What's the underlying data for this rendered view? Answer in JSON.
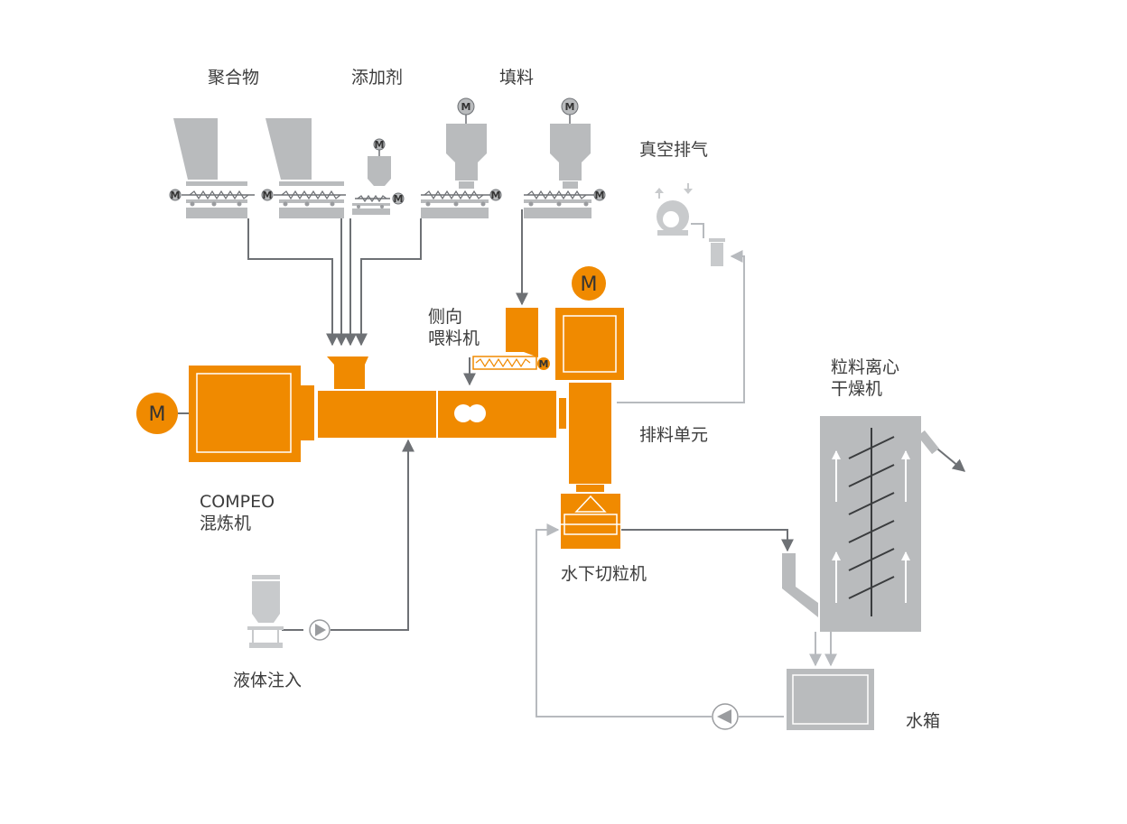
{
  "labels": {
    "polymer": "聚合物",
    "additive": "添加剂",
    "filler": "填料",
    "vacuum": "真空排气",
    "side_feeder_1": "侧向",
    "side_feeder_2": "喂料机",
    "compeo_1": "COMPEO",
    "compeo_2": "混炼机",
    "discharge": "排料单元",
    "dryer_1": "粒料离心",
    "dryer_2": "干燥机",
    "underwater": "水下切粒机",
    "liquid": "液体注入",
    "water_tank": "水箱"
  },
  "motor_label": "M",
  "colors": {
    "orange": "#f08a00",
    "gray_equipment": "#b9bbbd",
    "dark_line": "#6e7175",
    "light_line": "#b7babe",
    "text": "#3c3c3c"
  }
}
